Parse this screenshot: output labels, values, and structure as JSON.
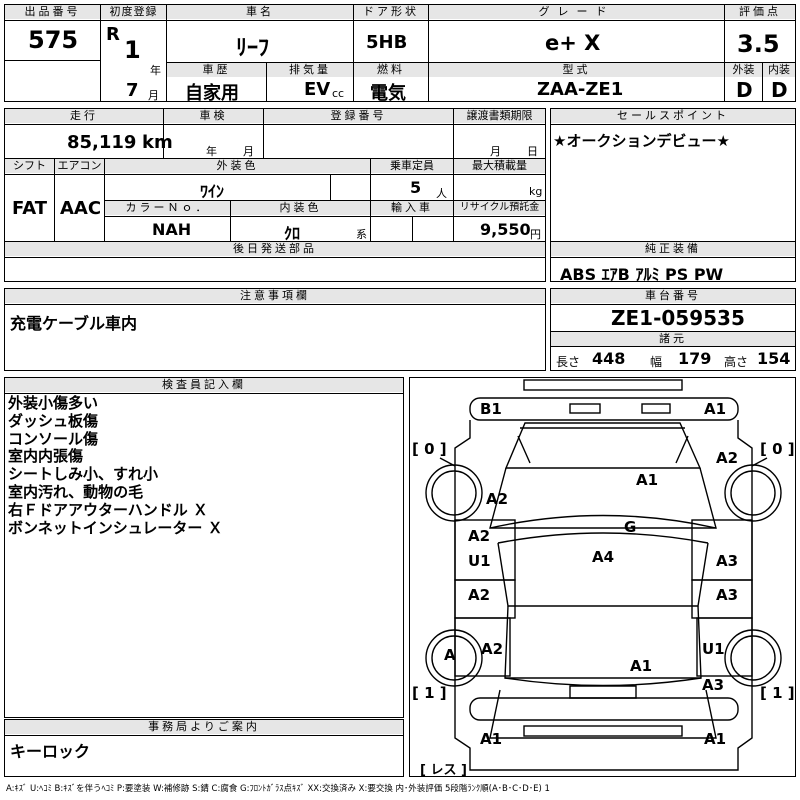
{
  "headers": {
    "lot_no": "出品番号",
    "first_reg": "初度登録",
    "car_name": "車名",
    "door": "ドア形状",
    "grade": "グレード",
    "score": "評価点",
    "history": "車歴",
    "displacement": "排気量",
    "fuel": "燃料",
    "model_code": "型式",
    "exterior": "外装",
    "interior": "内装",
    "mileage": "走行",
    "inspection": "車検",
    "reg_no": "登録番号",
    "transfer": "譲渡書類期限",
    "sales_point": "セールスポイント",
    "shift": "シフト",
    "ac": "エアコン",
    "ext_color": "外装色",
    "capacity": "乗車定員",
    "max_load": "最大積載量",
    "color_no": "カラーＮｏ．",
    "int_color": "内装色",
    "import": "輸入車",
    "recycle": "リサイクル預託金",
    "later_parts": "後日発送部品",
    "equipment": "純正装備",
    "caution": "注意事項欄",
    "chassis": "車台番号",
    "dims": "諸元",
    "inspector": "検査員記入欄",
    "office": "事務局よりご案内"
  },
  "lot": {
    "number": "575"
  },
  "first_registration": {
    "era": "R",
    "year": "1",
    "year_unit": "年",
    "month": "7",
    "month_unit": "月"
  },
  "vehicle": {
    "name": "ﾘｰﾌ",
    "door": "5HB",
    "grade": "e+ X",
    "history": "自家用",
    "displacement": "EV",
    "displacement_unit": "cc",
    "fuel": "電気",
    "model_code": "ZAA-ZE1"
  },
  "score": {
    "overall": "3.5",
    "exterior": "D",
    "interior": "D"
  },
  "mileage": {
    "value": "85,119",
    "unit": "km"
  },
  "shaken": {
    "year_unit": "年",
    "month_unit": "月"
  },
  "transfer": {
    "month_unit": "月",
    "day_unit": "日"
  },
  "sales_point": "★オークションデビュー★",
  "spec": {
    "shift": "FAT",
    "ac": "AAC",
    "ext_color": "ﾜｲﾝ",
    "capacity": "5",
    "capacity_unit": "人",
    "max_load_unit": "kg",
    "color_no": "NAH",
    "int_color": "ｸﾛ",
    "int_color_unit": "系",
    "recycle": "9,550",
    "recycle_unit": "円"
  },
  "equipment": "ABS ｴｱB ｱﾙﾐ PS PW",
  "caution_text": "充電ケーブル車内",
  "chassis_no": "ZE1-059535",
  "dimensions": {
    "length_label": "長さ",
    "length": "448",
    "width_label": "幅",
    "width": "179",
    "height_label": "高さ",
    "height": "154"
  },
  "inspector_notes": [
    "外装小傷多い",
    "ダッシュ板傷",
    "コンソール傷",
    "室内内張傷",
    "シートしみ小、すれ小",
    "室内汚れ、動物の毛",
    "右Ｆドアアウターハンドル Ｘ",
    "ボンネットインシュレーター Ｘ"
  ],
  "office_note": "キーロック",
  "diagram": {
    "tire_front_left": "[ 0 ]",
    "tire_front_right": "[ 0 ]",
    "tire_rear_left": "[ 1 ]",
    "tire_rear_right": "[ 1 ]",
    "spare": "[ レス ]",
    "marks": {
      "front_bumper_left": "B1",
      "front_bumper_right": "A1",
      "fender_fl": "A2",
      "fender_fr": "A2",
      "hood": "A1",
      "windshield": "G",
      "door_fl": "A2",
      "door_fl_2": "U1",
      "roof": "A4",
      "door_fr": "A3",
      "door_rl": "A2",
      "door_rr": "A3",
      "wheel_rl": "A",
      "quarter_rl": "A2",
      "trunk": "A1",
      "quarter_rr": "U1",
      "quarter_rr_2": "A3",
      "rear_bumper_left": "A1",
      "rear_bumper_right": "A1"
    }
  },
  "legend": "A:ｷｽﾞ U:ﾍｺﾐ B:ｷｽﾞを伴うﾍｺﾐ P:要塗装 W:補修跡 S:錆 C:腐食 G:ﾌﾛﾝﾄｶﾞﾗｽ点ｷｽﾞ XX:交換済み X:要交換  内･外装評価 5段階ﾗﾝｸ順(A･B･C･D･E) 1"
}
